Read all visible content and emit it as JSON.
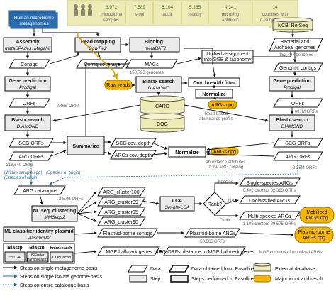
{
  "stats": [
    {
      "value": "8,972",
      "label1": "microbiome",
      "label2": "samples"
    },
    {
      "value": "7,589",
      "label1": "stool"
    },
    {
      "value": "6,104",
      "label1": "adult"
    },
    {
      "value": "5,365",
      "label1": "healthy"
    },
    {
      "value": "4,341",
      "label1": "not using",
      "label2": "antibiotic"
    },
    {
      "value": "14",
      "label1": "countries with",
      "label2": "n. subjects ≥ 10"
    }
  ],
  "nodes": {
    "human1": "Human microbiome",
    "human2": "metagenomes",
    "ncbi": "NCBI RefSeq",
    "assembly": "Assembly",
    "assembly_tool": "metaSPAdes, Megahit",
    "readmap": "Read mapping",
    "readmap_tool": "BowTie2",
    "binning": "Binning",
    "binning_tool": "metaBAT2",
    "bact1": "Bacterial and",
    "bact2": "Archaeal genomes",
    "contigs": "Contigs",
    "contigcov": "Contig coverage",
    "mags": "MAGs",
    "unified1": "Unified assignment",
    "unified2": "into SGB & taxonomy",
    "gcontigs": "Genomic contigs",
    "genepred": "Gene prediction",
    "genepred_tool": "Prodigal",
    "rawreads": "Raw reads",
    "blastx": "Blastx search",
    "diamond": "DIAMOND",
    "covfilter": "Cov. breadth filter",
    "normalize": "Normalize",
    "argscpg": "ARGs cpg",
    "card": "CARD",
    "cog": "COG",
    "orfs": "ORFs",
    "summarize": "Summarize",
    "scgorfs": "SCG ORFs",
    "argorfs": "ARG ORFs",
    "scgcov": "SCG cov. depth",
    "argscov": "ARGs cov. depth",
    "argcatalogue": "ARG catalogue",
    "cluster100": "ARG_cluster100",
    "cluster99": "ARG_cluster99",
    "cluster95": "ARG_cluster95",
    "cluster90": "ARG_cluster90",
    "nlclust": "NL seq. clustering",
    "mmseqs": "MMSeqs2",
    "lca": "LCA",
    "simplelca": "Simple-LCA",
    "rank": "Rank?",
    "singlespecies": "Single-species ARGs",
    "unclassified": "Unclassified ARGs",
    "multispecies": "Multi-species ARGs",
    "mobilized1": "Mobilized",
    "mobilized2": "ARGs cpg",
    "mlclass": "ML classifier identify plasmid",
    "plasmidnet": "PlasmidNet",
    "plasmidcontigs": "Plasmid-borne contigs",
    "plasmidargs": "Plasmid-borne ARGs",
    "plasmidcpg1": "Plasmid-borne",
    "plasmidcpg2": "ARGs cpg",
    "blastp": "Blastp",
    "blastn": "Blastn",
    "hmmsearch": "hmmsearch",
    "intl": "IntI1-4",
    "isfinder": "ISFinder",
    "isfinder2": "transposases",
    "conjscan": "CONJscan",
    "mgegenes": "MGE hallmark genes",
    "argdist": "ARG ORFs' distance to MGE hallmark genes"
  },
  "counts": {
    "genomes": "152,497 genomes",
    "mags": "153,723 genomes",
    "orfs_left": "2.46B ORFs",
    "orfs_right": "607M ORFs",
    "argorfs_left": "216,649 ORFs",
    "argorfs_right": "2.35M ORFs",
    "catalogue": "2.57M ORFs",
    "singlespecies": "6,402 clusters  82,383 ORFs",
    "unclassified": "",
    "multispecies": "1,105 clusters  29,575 ORFs",
    "plasmidargs": "58,666 ORFs"
  },
  "notes": {
    "readbased1": "Read-based",
    "readbased2": "abundance profile",
    "abund1": "Abundance attributes",
    "abund2": "to the ARG catalog",
    "within1": "(Within-sample cpg)",
    "within2": "(Species of origin)",
    "species_origin": "(Species of origin)",
    "mgecontext": "MGE contexts of mobilized ARGs"
  },
  "labels": {
    "species": "Species",
    "na": "NA",
    "other": "Other"
  },
  "legend": [
    "Steps on single metagenome-basis",
    "Steps on single isolate genome-basis",
    "Steps on entire catalogue basis",
    "Data",
    "Step",
    "Data obtained from Pasolli et al.",
    "Steps performed in Pasolli et al.",
    "External database",
    "Major input and result"
  ]
}
